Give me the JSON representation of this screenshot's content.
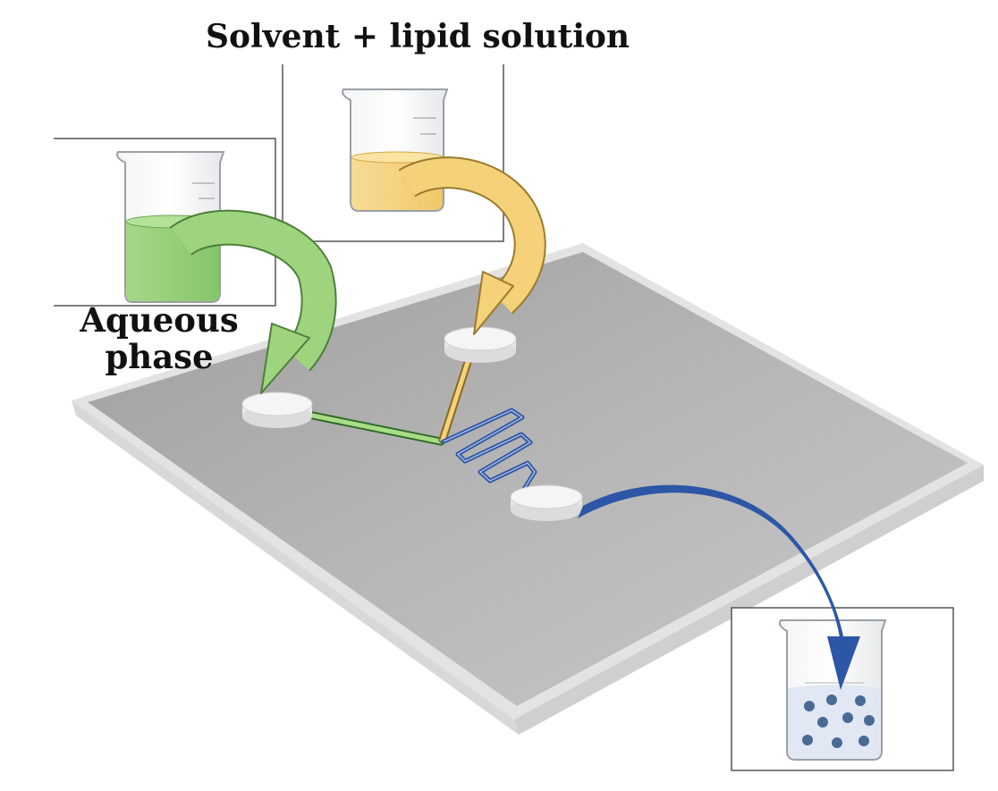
{
  "labels": {
    "solvent_lipid": "Solvent + lipid solution",
    "aqueous_line1": "Aqueous",
    "aqueous_line2": "phase"
  },
  "colors": {
    "aqueous": "#8fcc6e",
    "lipid": "#f2c86a",
    "output": "#2d56a6",
    "chip": "#b9b9b9",
    "frame": "#555555"
  }
}
